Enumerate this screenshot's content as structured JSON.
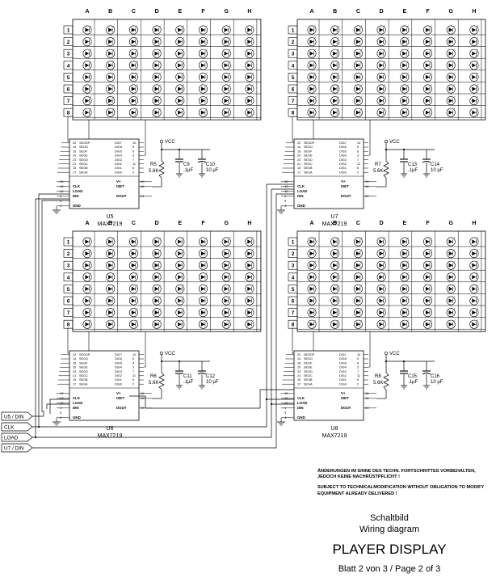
{
  "matrix": {
    "columns": [
      "A",
      "B",
      "C",
      "D",
      "E",
      "F",
      "G",
      "H"
    ],
    "rows": [
      "1",
      "2",
      "3",
      "4",
      "5",
      "6",
      "7",
      "8"
    ]
  },
  "driver": {
    "pins_left": [
      {
        "num": "22",
        "name": "SEGDP"
      },
      {
        "num": "14",
        "name": "SEGG"
      },
      {
        "num": "16",
        "name": "SEGF"
      },
      {
        "num": "20",
        "name": "SEGE"
      },
      {
        "num": "23",
        "name": "SEGD"
      },
      {
        "num": "21",
        "name": "SEGC"
      },
      {
        "num": "15",
        "name": "SEGB"
      },
      {
        "num": "17",
        "name": "SEGA"
      }
    ],
    "pins_right": [
      {
        "name": "DIG7",
        "num": "10"
      },
      {
        "name": "DIG6",
        "num": "5"
      },
      {
        "name": "DIG5",
        "num": "8"
      },
      {
        "name": "DIG4",
        "num": "3"
      },
      {
        "name": "DIG3",
        "num": "7"
      },
      {
        "name": "DIG2",
        "num": "11"
      },
      {
        "name": "DIG1",
        "num": "6"
      },
      {
        "name": "DIG0",
        "num": "2"
      }
    ],
    "clk": {
      "num": "13",
      "name": "CLK"
    },
    "load": {
      "num": "12",
      "name": "LOAD"
    },
    "din": {
      "num": "1",
      "name": "DIN"
    },
    "gnd": {
      "num": "4",
      "name": "GND"
    },
    "gnd2_num": "9",
    "iset": {
      "name": "ISET",
      "num": "18"
    },
    "v_plus": {
      "name": "V+",
      "num": "19"
    },
    "dout": {
      "name": "DOUT",
      "num": "24"
    },
    "part": "MAX7219",
    "vcc": "VCC"
  },
  "modules": [
    {
      "u": "U5",
      "r": "R5",
      "rv": "5.6K",
      "c1": "C9",
      "c1v": ".1µF",
      "c2": "C10",
      "c2v": "10 µF"
    },
    {
      "u": "U7",
      "r": "R7",
      "rv": "5.6K",
      "c1": "C13",
      "c1v": ".1µF",
      "c2": "C14",
      "c2v": "10 µF"
    },
    {
      "u": "U6",
      "r": "R6",
      "rv": "5.6K",
      "c1": "C11",
      "c1v": ".1µF",
      "c2": "C12",
      "c2v": "10 µF"
    },
    {
      "u": "U8",
      "r": "R8",
      "rv": "5.6K",
      "c1": "C15",
      "c1v": ".1µF",
      "c2": "C16",
      "c2v": "10 µF"
    }
  ],
  "connectors": [
    "U5 / DIN",
    "CLK",
    "LOAD",
    "U7 / DIN"
  ],
  "notes": {
    "de": "ÄNDERUNGEN IM SINNE DES TECHN. FORTSCHRITTES VORBEHALTEN, JEDOCH KEINE NACHRÜSTPFLICHT !",
    "en": "SUBJECT TO TECHNICALMODIFICATION WITHOUT OBLIGATION TO MODIFY EQUIPMENT ALREADY DELIVERED !"
  },
  "title_de": "Schaltbild",
  "title_en": "Wiring diagram",
  "title_main": "PLAYER DISPLAY",
  "page": "Blatt 2 von 3   /   Page 2 of 3"
}
